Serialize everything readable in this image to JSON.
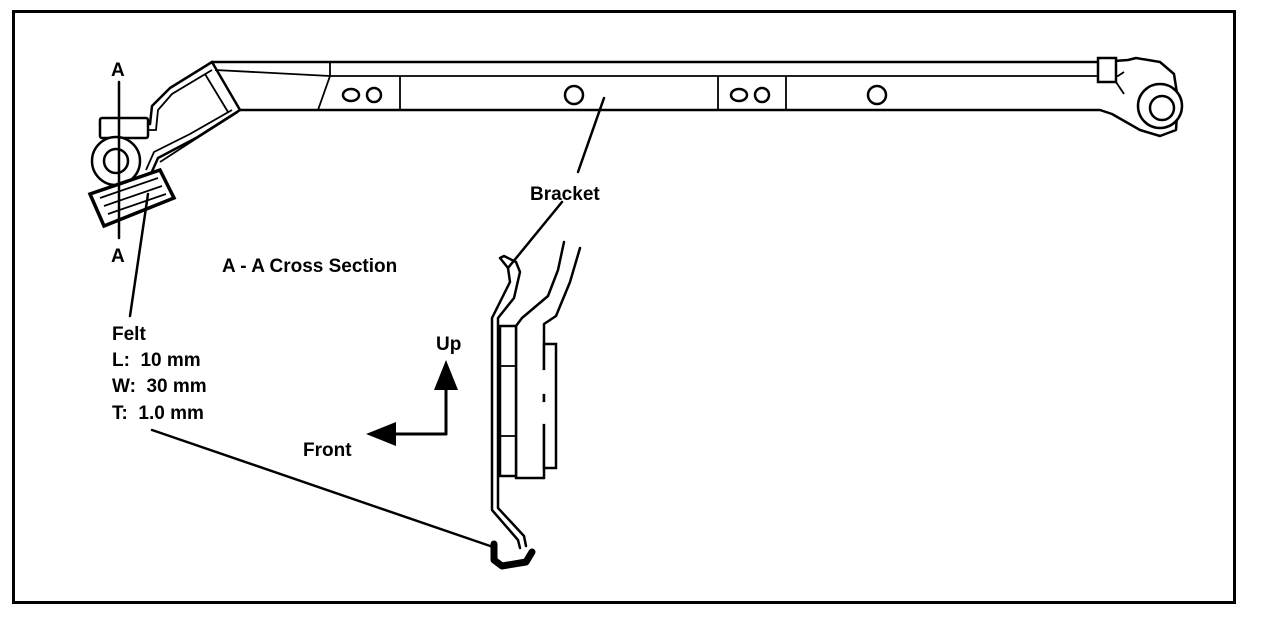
{
  "labels": {
    "section_mark_top": "A",
    "section_mark_bottom": "A",
    "cross_section_title": "A - A Cross Section",
    "bracket": "Bracket",
    "felt": "Felt",
    "felt_length": "L:  10 mm",
    "felt_width": "W:  30 mm",
    "felt_thickness": "T:  1.0 mm",
    "direction_up": "Up",
    "direction_front": "Front"
  },
  "colors": {
    "line": "#000000",
    "background": "#ffffff"
  }
}
